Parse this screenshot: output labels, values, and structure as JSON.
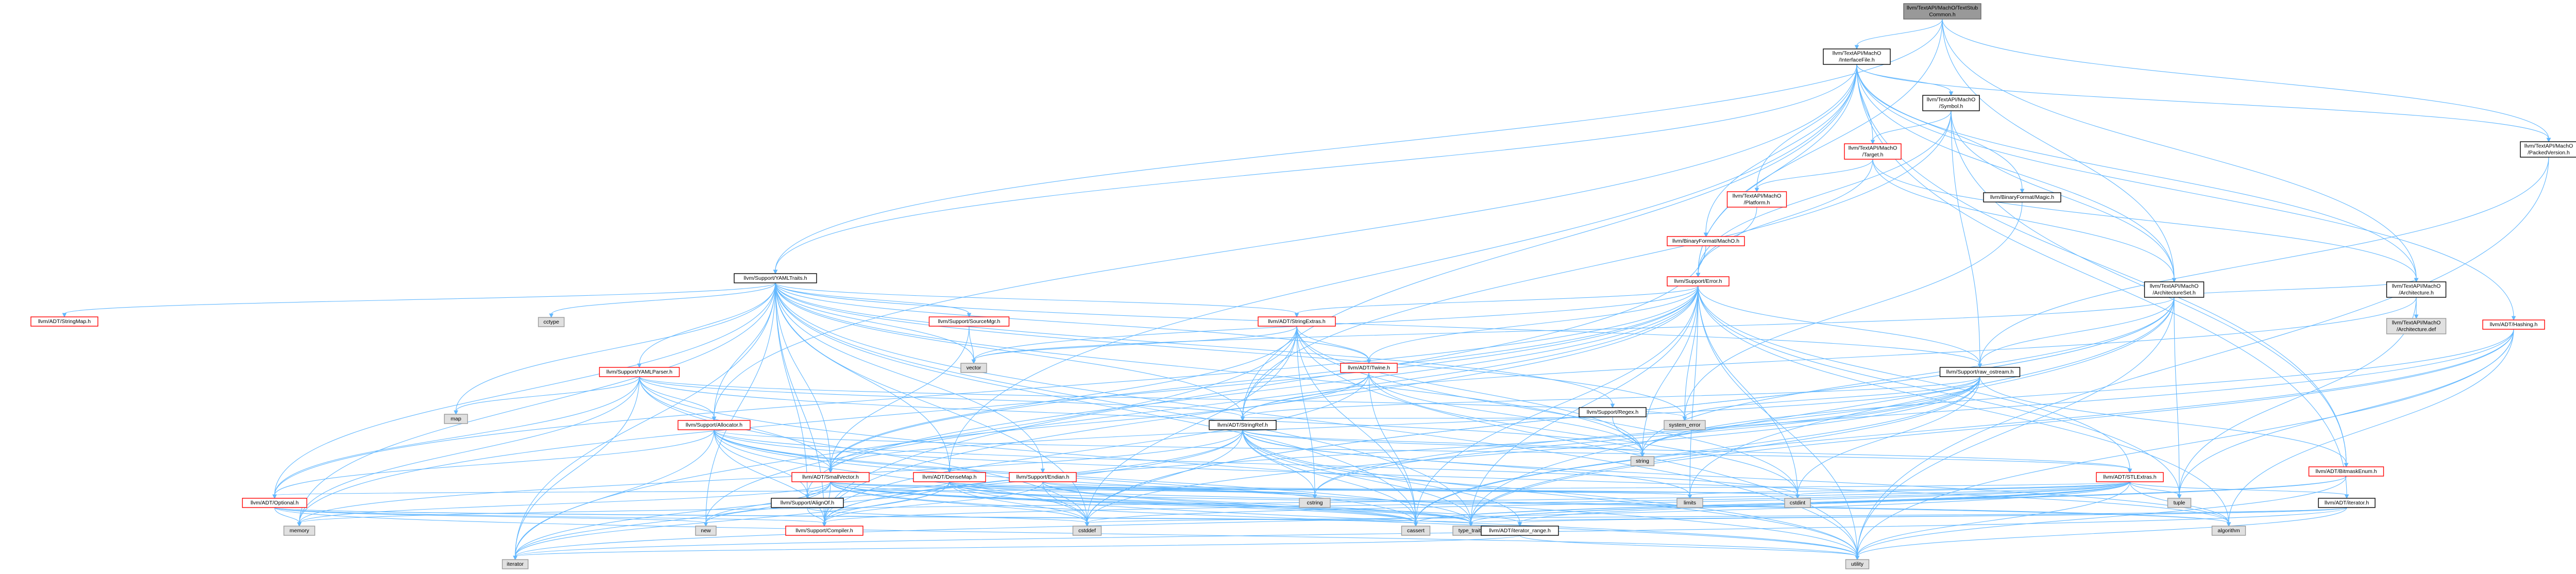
{
  "graph": {
    "colors": {
      "edge": "#63b8ff",
      "root_fill": "#999999",
      "red_border": "#ff0000",
      "std_fill": "#e0e0e0"
    },
    "nodes": [
      {
        "id": "root",
        "lines": [
          "llvm/TextAPI/MachO/TextStub",
          "Common.h"
        ],
        "kind": "root"
      },
      {
        "id": "iface",
        "lines": [
          "llvm/TextAPI/MachO",
          "/InterfaceFile.h"
        ],
        "kind": "inc"
      },
      {
        "id": "yamltraits",
        "lines": [
          "llvm/Support/YAMLTraits.h"
        ],
        "kind": "inc"
      },
      {
        "id": "symbol",
        "lines": [
          "llvm/TextAPI/MachO",
          "/Symbol.h"
        ],
        "kind": "inc"
      },
      {
        "id": "packedver",
        "lines": [
          "llvm/TextAPI/MachO",
          "/PackedVersion.h"
        ],
        "kind": "inc"
      },
      {
        "id": "target",
        "lines": [
          "llvm/TextAPI/MachO",
          "/Target.h"
        ],
        "kind": "red"
      },
      {
        "id": "platform",
        "lines": [
          "llvm/TextAPI/MachO",
          "/Platform.h"
        ],
        "kind": "red"
      },
      {
        "id": "binmagic",
        "lines": [
          "llvm/BinaryFormat/Magic.h"
        ],
        "kind": "inc"
      },
      {
        "id": "binmacho",
        "lines": [
          "llvm/BinaryFormat/MachO.h"
        ],
        "kind": "red"
      },
      {
        "id": "error",
        "lines": [
          "llvm/Support/Error.h"
        ],
        "kind": "red"
      },
      {
        "id": "archset",
        "lines": [
          "llvm/TextAPI/MachO",
          "/ArchitectureSet.h"
        ],
        "kind": "inc"
      },
      {
        "id": "arch",
        "lines": [
          "llvm/TextAPI/MachO",
          "/Architecture.h"
        ],
        "kind": "inc"
      },
      {
        "id": "archdef",
        "lines": [
          "llvm/TextAPI/MachO",
          "/Architecture.def"
        ],
        "kind": "std"
      },
      {
        "id": "hashing",
        "lines": [
          "llvm/ADT/Hashing.h"
        ],
        "kind": "red"
      },
      {
        "id": "stringmap",
        "lines": [
          "llvm/ADT/StringMap.h"
        ],
        "kind": "red"
      },
      {
        "id": "cctype",
        "lines": [
          "cctype"
        ],
        "kind": "std"
      },
      {
        "id": "sourcemgr",
        "lines": [
          "llvm/Support/SourceMgr.h"
        ],
        "kind": "red"
      },
      {
        "id": "stringextras",
        "lines": [
          "llvm/ADT/StringExtras.h"
        ],
        "kind": "red"
      },
      {
        "id": "yamlparser",
        "lines": [
          "llvm/Support/YAMLParser.h"
        ],
        "kind": "red"
      },
      {
        "id": "vector",
        "lines": [
          "vector"
        ],
        "kind": "std"
      },
      {
        "id": "twine",
        "lines": [
          "llvm/ADT/Twine.h"
        ],
        "kind": "red"
      },
      {
        "id": "rawostream",
        "lines": [
          "llvm/Support/raw_ostream.h"
        ],
        "kind": "inc"
      },
      {
        "id": "regex",
        "lines": [
          "llvm/Support/Regex.h"
        ],
        "kind": "inc"
      },
      {
        "id": "map",
        "lines": [
          "map"
        ],
        "kind": "std"
      },
      {
        "id": "allocator",
        "lines": [
          "llvm/Support/Allocator.h"
        ],
        "kind": "red"
      },
      {
        "id": "stringref",
        "lines": [
          "llvm/ADT/StringRef.h"
        ],
        "kind": "inc"
      },
      {
        "id": "systemerror",
        "lines": [
          "system_error"
        ],
        "kind": "std"
      },
      {
        "id": "string",
        "lines": [
          "string"
        ],
        "kind": "std"
      },
      {
        "id": "bitmaskenum",
        "lines": [
          "llvm/ADT/BitmaskEnum.h"
        ],
        "kind": "red"
      },
      {
        "id": "smallvector",
        "lines": [
          "llvm/ADT/SmallVector.h"
        ],
        "kind": "red"
      },
      {
        "id": "densemap",
        "lines": [
          "llvm/ADT/DenseMap.h"
        ],
        "kind": "red"
      },
      {
        "id": "endian",
        "lines": [
          "llvm/Support/Endian.h"
        ],
        "kind": "red"
      },
      {
        "id": "stlextras",
        "lines": [
          "llvm/ADT/STLExtras.h"
        ],
        "kind": "red"
      },
      {
        "id": "iterator",
        "lines": [
          "llvm/ADT/iterator.h"
        ],
        "kind": "inc"
      },
      {
        "id": "optional",
        "lines": [
          "llvm/ADT/Optional.h"
        ],
        "kind": "red"
      },
      {
        "id": "alignof",
        "lines": [
          "llvm/Support/AlignOf.h"
        ],
        "kind": "inc"
      },
      {
        "id": "cstring",
        "lines": [
          "cstring"
        ],
        "kind": "std"
      },
      {
        "id": "limits",
        "lines": [
          "limits"
        ],
        "kind": "std"
      },
      {
        "id": "cstdint",
        "lines": [
          "cstdint"
        ],
        "kind": "std"
      },
      {
        "id": "tuple",
        "lines": [
          "tuple"
        ],
        "kind": "std"
      },
      {
        "id": "memory",
        "lines": [
          "memory"
        ],
        "kind": "std"
      },
      {
        "id": "new",
        "lines": [
          "new"
        ],
        "kind": "std"
      },
      {
        "id": "compiler",
        "lines": [
          "llvm/Support/Compiler.h"
        ],
        "kind": "red"
      },
      {
        "id": "cstddef",
        "lines": [
          "cstddef"
        ],
        "kind": "std"
      },
      {
        "id": "cassert",
        "lines": [
          "cassert"
        ],
        "kind": "std"
      },
      {
        "id": "typetraits",
        "lines": [
          "type_traits"
        ],
        "kind": "std"
      },
      {
        "id": "algorithm",
        "lines": [
          "algorithm"
        ],
        "kind": "std"
      },
      {
        "id": "iterrange",
        "lines": [
          "llvm/ADT/iterator_range.h"
        ],
        "kind": "inc"
      },
      {
        "id": "iteratorstd",
        "lines": [
          "iterator"
        ],
        "kind": "std"
      },
      {
        "id": "utility",
        "lines": [
          "utility"
        ],
        "kind": "std"
      }
    ],
    "edges": [
      [
        "root",
        "iface"
      ],
      [
        "root",
        "yamltraits"
      ],
      [
        "root",
        "packedver"
      ],
      [
        "root",
        "archset"
      ],
      [
        "root",
        "arch"
      ],
      [
        "root",
        "error"
      ],
      [
        "iface",
        "symbol"
      ],
      [
        "iface",
        "packedver"
      ],
      [
        "iface",
        "target"
      ],
      [
        "iface",
        "platform"
      ],
      [
        "iface",
        "binmagic"
      ],
      [
        "iface",
        "binmacho"
      ],
      [
        "iface",
        "archset"
      ],
      [
        "iface",
        "arch"
      ],
      [
        "iface",
        "hashing"
      ],
      [
        "iface",
        "error"
      ],
      [
        "iface",
        "allocator"
      ],
      [
        "iface",
        "stringref"
      ],
      [
        "iface",
        "densemap"
      ],
      [
        "iface",
        "iterator"
      ],
      [
        "iface",
        "bitmaskenum"
      ],
      [
        "iface",
        "yamltraits"
      ],
      [
        "symbol",
        "target"
      ],
      [
        "symbol",
        "archset"
      ],
      [
        "symbol",
        "error"
      ],
      [
        "symbol",
        "stringref"
      ],
      [
        "symbol",
        "rawostream"
      ],
      [
        "symbol",
        "bitmaskenum"
      ],
      [
        "target",
        "platform"
      ],
      [
        "target",
        "arch"
      ],
      [
        "target",
        "archset"
      ],
      [
        "target",
        "error"
      ],
      [
        "platform",
        "error"
      ],
      [
        "binmacho",
        "error"
      ],
      [
        "binmacho",
        "compiler"
      ],
      [
        "binmagic",
        "systemerror"
      ],
      [
        "packedver",
        "rawostream"
      ],
      [
        "packedver",
        "utility"
      ],
      [
        "error",
        "stringextras"
      ],
      [
        "error",
        "twine"
      ],
      [
        "error",
        "rawostream"
      ],
      [
        "error",
        "systemerror"
      ],
      [
        "error",
        "string"
      ],
      [
        "error",
        "stlextras"
      ],
      [
        "error",
        "smallvector"
      ],
      [
        "error",
        "compiler"
      ],
      [
        "error",
        "alignof"
      ],
      [
        "error",
        "cassert"
      ],
      [
        "error",
        "cstdint"
      ],
      [
        "error",
        "memory"
      ],
      [
        "error",
        "new"
      ],
      [
        "error",
        "tuple"
      ],
      [
        "error",
        "typetraits"
      ],
      [
        "error",
        "utility"
      ],
      [
        "error",
        "algorithm"
      ],
      [
        "error",
        "optional"
      ],
      [
        "error",
        "vector"
      ],
      [
        "error",
        "limits"
      ],
      [
        "archset",
        "arch"
      ],
      [
        "archset",
        "string"
      ],
      [
        "archset",
        "vector"
      ],
      [
        "archset",
        "limits"
      ],
      [
        "archset",
        "stddef"
      ],
      [
        "archset",
        "cstddef"
      ],
      [
        "archset",
        "tuple"
      ],
      [
        "archset",
        "rawostream"
      ],
      [
        "archset",
        "typetraits"
      ],
      [
        "archset",
        "utility"
      ],
      [
        "arch",
        "archdef"
      ],
      [
        "arch",
        "stringref"
      ],
      [
        "arch",
        "tuple"
      ],
      [
        "hashing",
        "string"
      ],
      [
        "hashing",
        "algorithm"
      ],
      [
        "hashing",
        "cassert"
      ],
      [
        "hashing",
        "cstring"
      ],
      [
        "hashing",
        "tuple"
      ],
      [
        "hashing",
        "utility"
      ],
      [
        "hashing",
        "typetraits"
      ],
      [
        "yamltraits",
        "stringmap"
      ],
      [
        "yamltraits",
        "cctype"
      ],
      [
        "yamltraits",
        "sourcemgr"
      ],
      [
        "yamltraits",
        "stringextras"
      ],
      [
        "yamltraits",
        "yamlparser"
      ],
      [
        "yamltraits",
        "vector"
      ],
      [
        "yamltraits",
        "twine"
      ],
      [
        "yamltraits",
        "rawostream"
      ],
      [
        "yamltraits",
        "regex"
      ],
      [
        "yamltraits",
        "map"
      ],
      [
        "yamltraits",
        "allocator"
      ],
      [
        "yamltraits",
        "stringref"
      ],
      [
        "yamltraits",
        "systemerror"
      ],
      [
        "yamltraits",
        "string"
      ],
      [
        "yamltraits",
        "smallvector"
      ],
      [
        "yamltraits",
        "endian"
      ],
      [
        "yamltraits",
        "optional"
      ],
      [
        "yamltraits",
        "alignof"
      ],
      [
        "yamltraits",
        "cassert"
      ],
      [
        "yamltraits",
        "cstddef"
      ],
      [
        "yamltraits",
        "memory"
      ],
      [
        "yamltraits",
        "new"
      ],
      [
        "yamltraits",
        "typetraits"
      ],
      [
        "yamltraits",
        "iteratorstd"
      ],
      [
        "yamltraits",
        "utility"
      ],
      [
        "yamltraits",
        "compiler"
      ],
      [
        "yamltraits",
        "densemap"
      ],
      [
        "sourcemgr",
        "smallvector"
      ],
      [
        "sourcemgr",
        "vector"
      ],
      [
        "stringextras",
        "twine"
      ],
      [
        "stringextras",
        "stringref"
      ],
      [
        "stringextras",
        "smallvector"
      ],
      [
        "stringextras",
        "cstring"
      ],
      [
        "stringextras",
        "cstddef"
      ],
      [
        "stringextras",
        "cstdint"
      ],
      [
        "stringextras",
        "string"
      ],
      [
        "stringextras",
        "utility"
      ],
      [
        "stringextras",
        "iteratorstd"
      ],
      [
        "stringextras",
        "vector"
      ],
      [
        "stringextras",
        "cassert"
      ],
      [
        "yamlparser",
        "allocator"
      ],
      [
        "yamlparser",
        "stringref"
      ],
      [
        "yamlparser",
        "systemerror"
      ],
      [
        "yamlparser",
        "smallvector"
      ],
      [
        "yamlparser",
        "map"
      ],
      [
        "yamlparser",
        "memory"
      ],
      [
        "yamlparser",
        "cstddef"
      ],
      [
        "yamlparser",
        "iteratorstd"
      ],
      [
        "yamlparser",
        "string"
      ],
      [
        "yamlparser",
        "utility"
      ],
      [
        "yamlparser",
        "optional"
      ],
      [
        "twine",
        "stringref"
      ],
      [
        "twine",
        "smallvector"
      ],
      [
        "twine",
        "string"
      ],
      [
        "twine",
        "cassert"
      ],
      [
        "twine",
        "cstdint"
      ],
      [
        "twine",
        "compiler"
      ],
      [
        "rawostream",
        "stringref"
      ],
      [
        "rawostream",
        "systemerror"
      ],
      [
        "rawostream",
        "string"
      ],
      [
        "rawostream",
        "cstring"
      ],
      [
        "rawostream",
        "cstdint"
      ],
      [
        "rawostream",
        "cassert"
      ],
      [
        "rawostream",
        "cstddef"
      ],
      [
        "rawostream",
        "compiler"
      ],
      [
        "rawostream",
        "smallvector"
      ],
      [
        "rawostream",
        "typetraits"
      ],
      [
        "rawostream",
        "bitmaskenum"
      ],
      [
        "regex",
        "string"
      ],
      [
        "regex",
        "stringref"
      ],
      [
        "allocator",
        "smallvector"
      ],
      [
        "allocator",
        "alignof"
      ],
      [
        "allocator",
        "compiler"
      ],
      [
        "allocator",
        "algorithm"
      ],
      [
        "allocator",
        "cassert"
      ],
      [
        "allocator",
        "cstddef"
      ],
      [
        "allocator",
        "cstdint"
      ],
      [
        "allocator",
        "iteratorstd"
      ],
      [
        "allocator",
        "typetraits"
      ],
      [
        "allocator",
        "utility"
      ],
      [
        "allocator",
        "stlextras"
      ],
      [
        "allocator",
        "optional"
      ],
      [
        "stringref",
        "string"
      ],
      [
        "stringref",
        "cstring"
      ],
      [
        "stringref",
        "limits"
      ],
      [
        "stringref",
        "cstddef"
      ],
      [
        "stringref",
        "algorithm"
      ],
      [
        "stringref",
        "cassert"
      ],
      [
        "stringref",
        "iteratorstd"
      ],
      [
        "stringref",
        "typetraits"
      ],
      [
        "stringref",
        "utility"
      ],
      [
        "stringref",
        "stlextras"
      ],
      [
        "stringref",
        "iterrange"
      ],
      [
        "stringref",
        "compiler"
      ],
      [
        "stringref",
        "memory"
      ],
      [
        "smallvector",
        "alignof"
      ],
      [
        "smallvector",
        "compiler"
      ],
      [
        "smallvector",
        "iterrange"
      ],
      [
        "smallvector",
        "algorithm"
      ],
      [
        "smallvector",
        "cassert"
      ],
      [
        "smallvector",
        "cstddef"
      ],
      [
        "smallvector",
        "cstring"
      ],
      [
        "smallvector",
        "cstdint"
      ],
      [
        "smallvector",
        "limits"
      ],
      [
        "smallvector",
        "memory"
      ],
      [
        "smallvector",
        "new"
      ],
      [
        "smallvector",
        "typetraits"
      ],
      [
        "smallvector",
        "utility"
      ],
      [
        "smallvector",
        "iteratorstd"
      ],
      [
        "densemap",
        "alignof"
      ],
      [
        "densemap",
        "compiler"
      ],
      [
        "densemap",
        "algorithm"
      ],
      [
        "densemap",
        "cassert"
      ],
      [
        "densemap",
        "cstddef"
      ],
      [
        "densemap",
        "cstring"
      ],
      [
        "densemap",
        "iteratorstd"
      ],
      [
        "densemap",
        "new"
      ],
      [
        "densemap",
        "typetraits"
      ],
      [
        "densemap",
        "utility"
      ],
      [
        "densemap",
        "limits"
      ],
      [
        "endian",
        "compiler"
      ],
      [
        "endian",
        "cassert"
      ],
      [
        "endian",
        "cstddef"
      ],
      [
        "endian",
        "cstdint"
      ],
      [
        "endian",
        "typetraits"
      ],
      [
        "endian",
        "cstring"
      ],
      [
        "stlextras",
        "iterator"
      ],
      [
        "stlextras",
        "iterrange"
      ],
      [
        "stlextras",
        "optional"
      ],
      [
        "stlextras",
        "compiler"
      ],
      [
        "stlextras",
        "algorithm"
      ],
      [
        "stlextras",
        "cassert"
      ],
      [
        "stlextras",
        "cstddef"
      ],
      [
        "stlextras",
        "cstdint"
      ],
      [
        "stlextras",
        "limits"
      ],
      [
        "stlextras",
        "memory"
      ],
      [
        "stlextras",
        "tuple"
      ],
      [
        "stlextras",
        "typetraits"
      ],
      [
        "stlextras",
        "utility"
      ],
      [
        "stlextras",
        "iteratorstd"
      ],
      [
        "iterator",
        "iterrange"
      ],
      [
        "iterator",
        "cstddef"
      ],
      [
        "iterator",
        "iteratorstd"
      ],
      [
        "iterator",
        "typetraits"
      ],
      [
        "iterator",
        "utility"
      ],
      [
        "optional",
        "compiler"
      ],
      [
        "optional",
        "cassert"
      ],
      [
        "optional",
        "memory"
      ],
      [
        "optional",
        "new"
      ],
      [
        "optional",
        "utility"
      ],
      [
        "optional",
        "typetraits"
      ],
      [
        "alignof",
        "compiler"
      ],
      [
        "alignof",
        "cstddef"
      ],
      [
        "bitmaskenum",
        "cassert"
      ],
      [
        "bitmaskenum",
        "typetraits"
      ],
      [
        "bitmaskenum",
        "utility"
      ],
      [
        "iterrange",
        "iteratorstd"
      ],
      [
        "iterrange",
        "utility"
      ]
    ]
  }
}
